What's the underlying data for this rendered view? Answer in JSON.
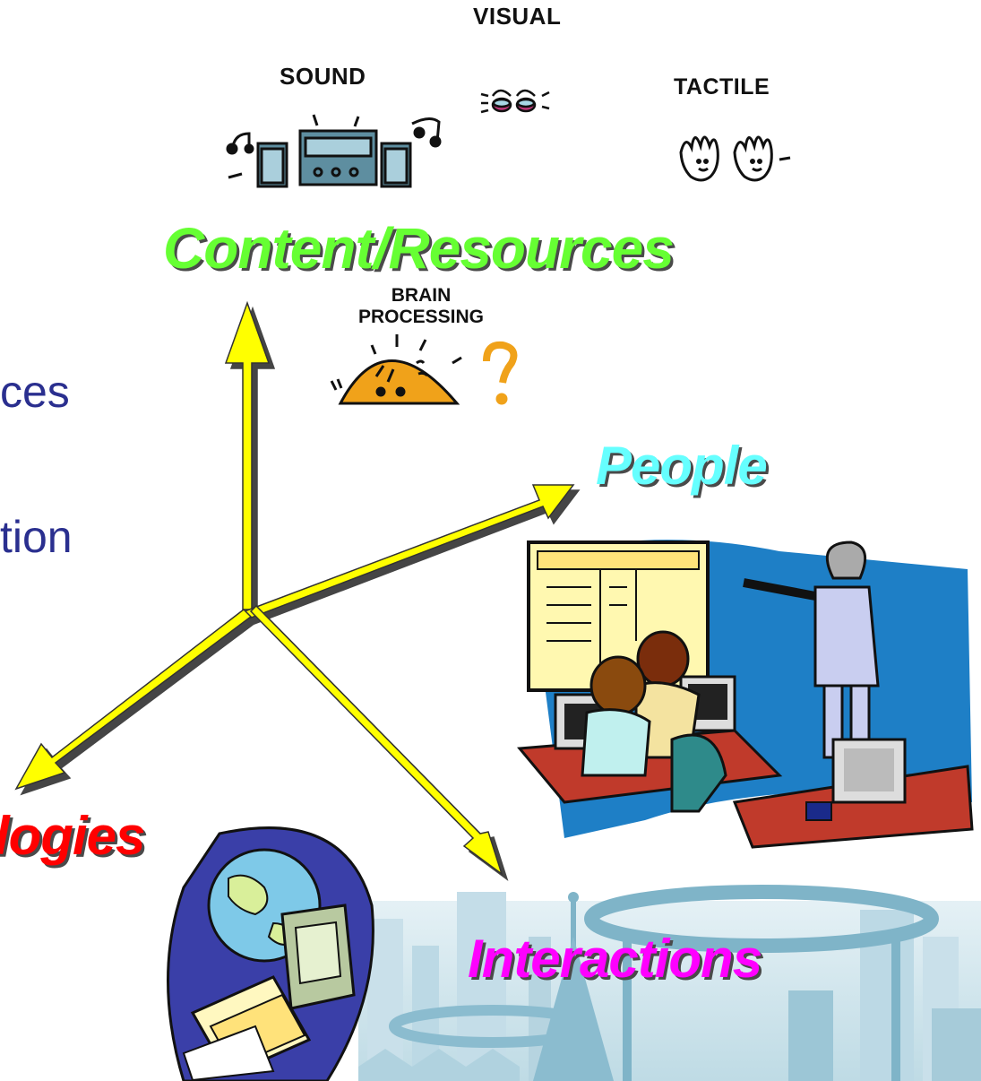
{
  "senses": {
    "visual": "VISUAL",
    "sound": "SOUND",
    "tactile": "TACTILE"
  },
  "brain": {
    "line1": "BRAIN",
    "line2": "PROCESSING"
  },
  "axes": {
    "content": "Content/Resources",
    "people": "People",
    "technologies": "logies",
    "interactions": "Interactions"
  },
  "left_text": {
    "line1": "ces",
    "line2": "tion"
  },
  "colors": {
    "arrow": "#ffff00",
    "content": "#66ff33",
    "people": "#66ffff",
    "technologies": "#ff0000",
    "interactions": "#ff00ff",
    "left_text": "#2a2f8f"
  },
  "icons": {
    "sound": "stereo-music-icon",
    "visual": "eyes-icon",
    "tactile": "hands-icon",
    "brain": "brain-question-icon",
    "people": "classroom-computers-illustration",
    "technologies": "globe-computer-illustration",
    "interactions": "city-skyline-illustration"
  }
}
